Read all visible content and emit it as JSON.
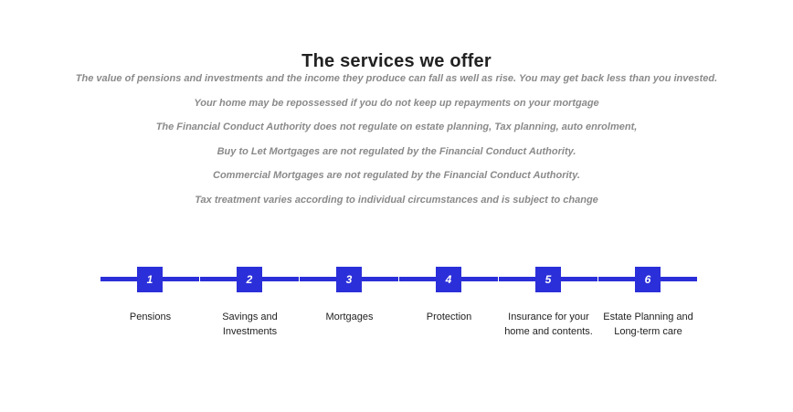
{
  "title": "The services we offer",
  "disclaimers": [
    "The value of pensions and investments and the income they produce can fall as well as rise. You may get back less than you invested.",
    "Your home may be repossessed if you do not keep up repayments on your mortgage",
    "The Financial Conduct Authority does not regulate on estate planning, Tax planning, auto enrolment,",
    "Buy to Let Mortgages are not regulated by the Financial Conduct Authority.",
    "Commercial Mortgages are not regulated by the Financial Conduct Authority.",
    "Tax treatment varies according to individual circumstances and is subject to change"
  ],
  "steps": [
    {
      "number": "1",
      "label": "Pensions"
    },
    {
      "number": "2",
      "label": "Savings and Investments"
    },
    {
      "number": "3",
      "label": "Mortgages"
    },
    {
      "number": "4",
      "label": "Protection"
    },
    {
      "number": "5",
      "label": "Insurance for your home and contents."
    },
    {
      "number": "6",
      "label": "Estate Planning and Long-term care"
    }
  ],
  "colors": {
    "accent": "#2b2fd9",
    "title": "#222222",
    "disclaimer": "#8a8a8a"
  }
}
